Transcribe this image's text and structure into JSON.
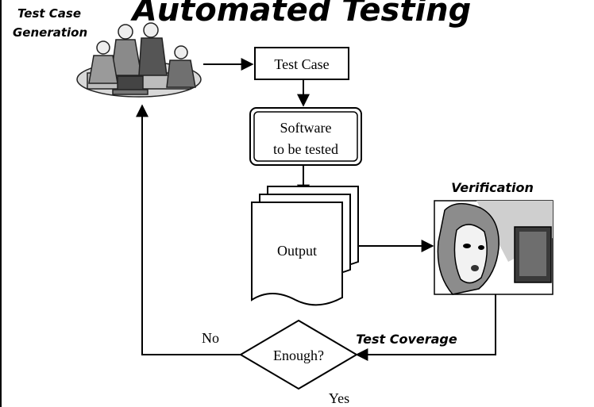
{
  "slide": {
    "title": "Automated Testing",
    "labels": {
      "test_case_generation_line1": "Test Case",
      "test_case_generation_line2": "Generation",
      "verification": "Verification",
      "test_coverage": "Test Coverage"
    }
  },
  "flow": {
    "test_case": "Test Case",
    "software_line1": "Software",
    "software_line2": "to be tested",
    "output": "Output",
    "decision": "Enough?",
    "no": "No",
    "yes": "Yes"
  },
  "illustrations": {
    "team": "people-at-laptop-clipart",
    "verifier": "woman-at-monitor-clipart"
  }
}
